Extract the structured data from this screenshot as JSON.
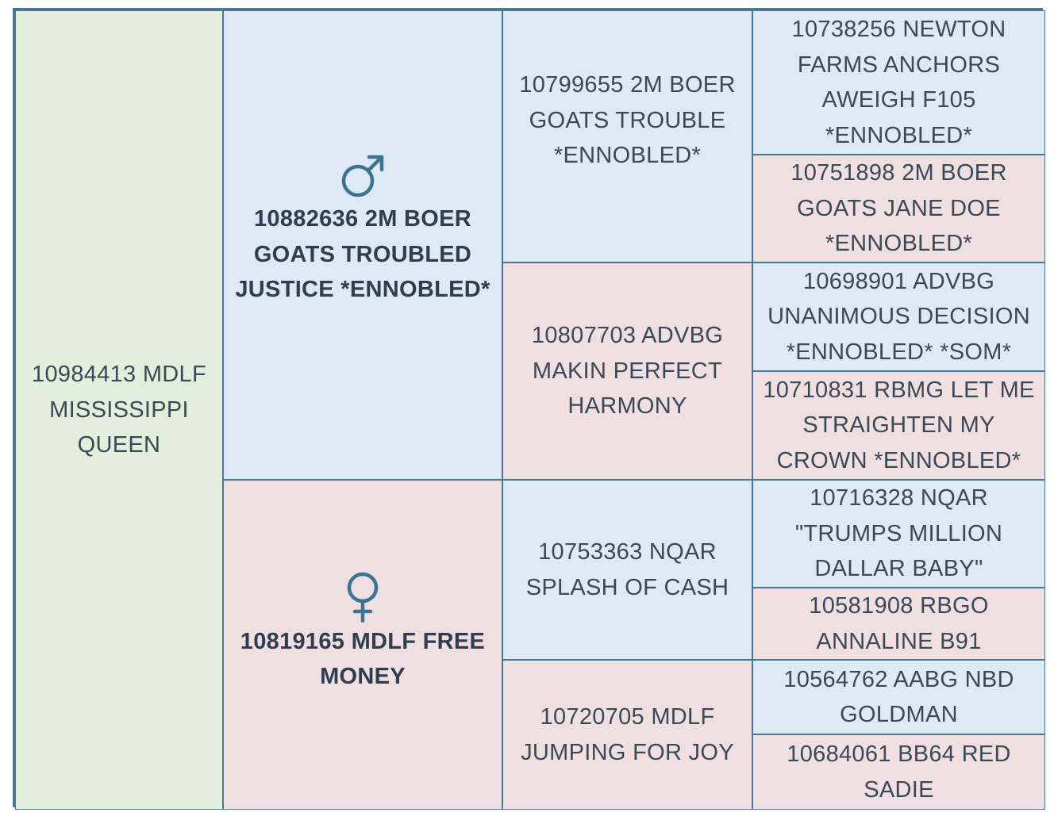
{
  "pedigree": {
    "subject": "10984413 MDLF MISSISSIPPI QUEEN",
    "sire": {
      "symbol": "male-symbol-icon",
      "name": "10882636 2M BOER GOATS TROUBLED JUSTICE *ENNOBLED*"
    },
    "dam": {
      "symbol": "female-symbol-icon",
      "name": "10819165 MDLF FREE MONEY"
    },
    "sire_sire": "10799655 2M BOER GOATS TROUBLE *ENNOBLED*",
    "sire_dam": "10807703 ADVBG MAKIN PERFECT HARMONY",
    "dam_sire": "10753363 NQAR SPLASH OF CASH",
    "dam_dam": "10720705 MDLF JUMPING FOR JOY",
    "great_grandparents": [
      "10738256 NEWTON FARMS ANCHORS AWEIGH F105 *ENNOBLED*",
      "10751898 2M BOER GOATS JANE DOE *ENNOBLED*",
      "10698901 ADVBG UNANIMOUS DECISION *ENNOBLED* *SOM*",
      "10710831 RBMG LET ME STRAIGHTEN MY CROWN *ENNOBLED*",
      "10716328 NQAR \"TRUMPS MILLION DALLAR BABY\"",
      "10581908 RBGO ANNALINE B91",
      "10564762 AABG NBD GOLDMAN",
      "10684061 BB64 RED SADIE"
    ]
  },
  "colors": {
    "subject_bg": "#e3eedd",
    "male_bg": "#dde9f4",
    "female_bg": "#f0dfe0",
    "border": "#4a7593",
    "symbol": "#3c7392"
  }
}
